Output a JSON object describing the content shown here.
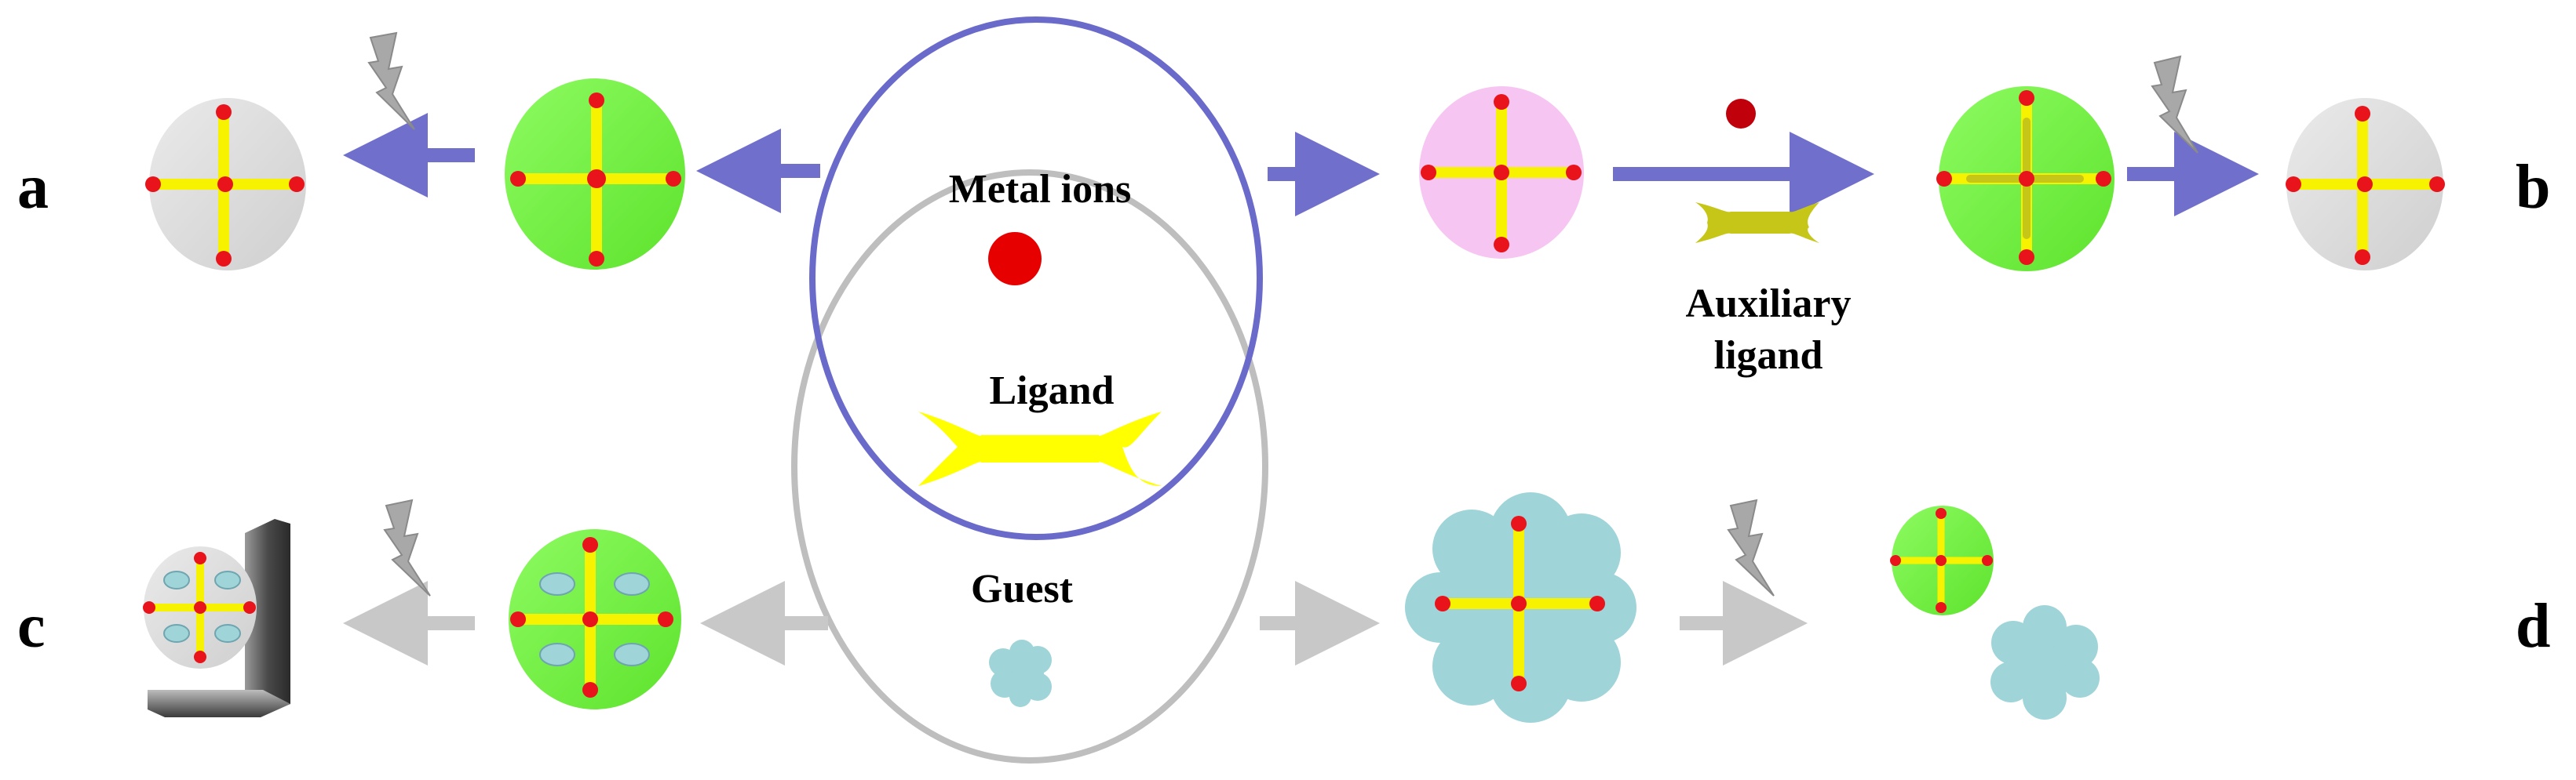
{
  "panels": {
    "a": "a",
    "b": "b",
    "c": "c",
    "d": "d"
  },
  "center": {
    "metal_ions": "Metal ions",
    "ligand": "Ligand",
    "guest": "Guest"
  },
  "auxiliary": {
    "line1": "Auxiliary",
    "line2": "ligand"
  },
  "colors": {
    "framework_core": "#f7f300",
    "node_dot": "#e8131b",
    "metal_ion": "#e60000",
    "ligand": "#ffff00",
    "aux_ligand": "#c6c618",
    "active_bg": "#78f94a",
    "inactive_bg": "#d9d9d9",
    "pink_bg": "#f7c5f2",
    "guest_cloud": "#9fd4d8",
    "blue_arrow": "#7070cc",
    "gray_arrow": "#c8c8c8",
    "blue_ellipse": "#6a6acb",
    "gray_ellipse": "#bebebe",
    "lightning": "#a8a8a8",
    "device": "#6f6f6f"
  }
}
